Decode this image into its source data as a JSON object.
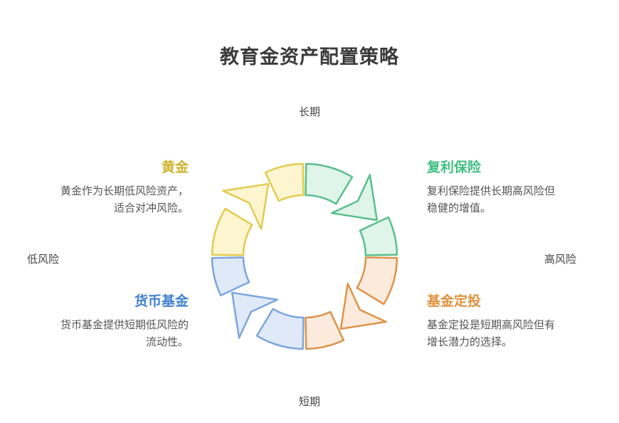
{
  "title": "教育金资产配置策略",
  "axis_labels": {
    "top": "长期",
    "bottom": "短期",
    "left": "低风险",
    "right": "高风险"
  },
  "quadrants": {
    "gold": {
      "label": "黄金",
      "description": "黄金作为长期低风险资产，适合对冲风险。",
      "label_color": "#CDB42C",
      "stroke": "#E3CB4E",
      "fill": "#FCF5CF"
    },
    "insurance": {
      "label": "复利保险",
      "description": "复利保险提供长期高风险但稳健的增值。",
      "label_color": "#3FBF82",
      "stroke": "#5ABE8E",
      "fill": "#DFF5E9"
    },
    "money_fund": {
      "label": "货币基金",
      "description": "货币基金提供短期低风险的流动性。",
      "label_color": "#4080D0",
      "stroke": "#7BA6DE",
      "fill": "#DFE9F8"
    },
    "fund_investment": {
      "label": "基金定投",
      "description": "基金定投是短期高风险但有增长潜力的选择。",
      "label_color": "#E0913D",
      "stroke": "#DD9348",
      "fill": "#FCEBDC"
    }
  },
  "text_colors": {
    "title": "#3A3A3A",
    "description": "#555555",
    "axis": "#454545"
  }
}
